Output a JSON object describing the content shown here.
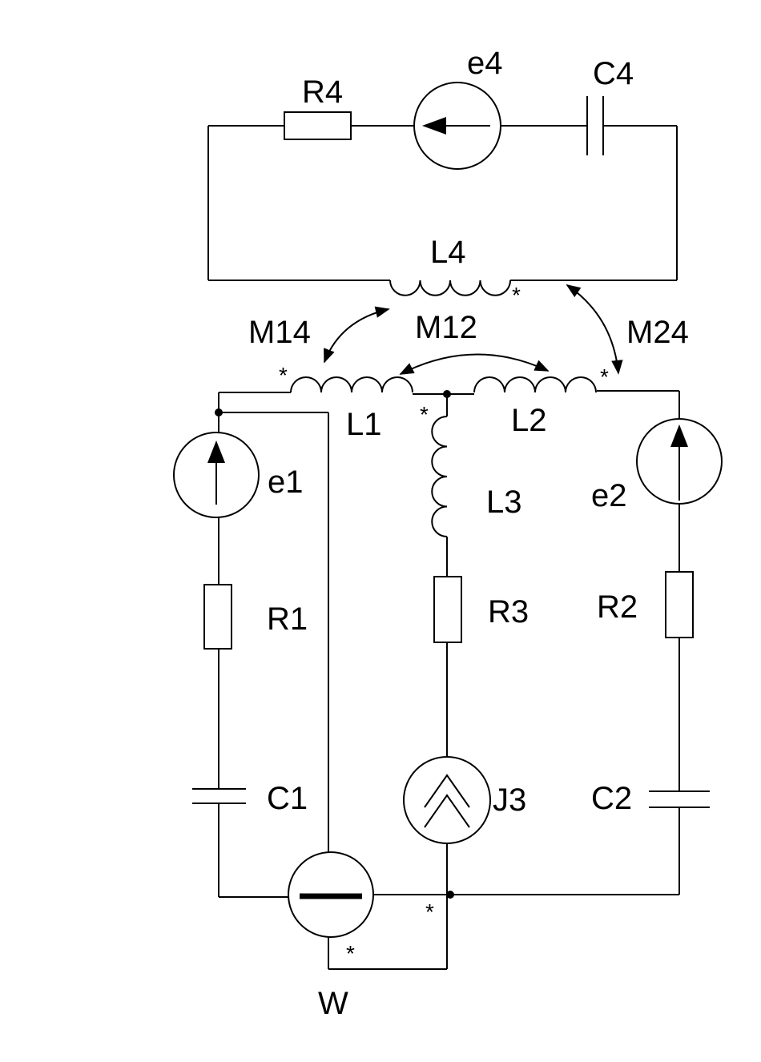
{
  "labels": {
    "R4": "R4",
    "e4": "e4",
    "C4": "C4",
    "L4": "L4",
    "M14": "M14",
    "M12": "M12",
    "M24": "M24",
    "L1": "L1",
    "L2": "L2",
    "L3": "L3",
    "e1": "e1",
    "e2": "e2",
    "R1": "R1",
    "R2": "R2",
    "R3": "R3",
    "C1": "C1",
    "C2": "C2",
    "J3": "J3",
    "W": "W"
  },
  "polarity_mark": "*"
}
